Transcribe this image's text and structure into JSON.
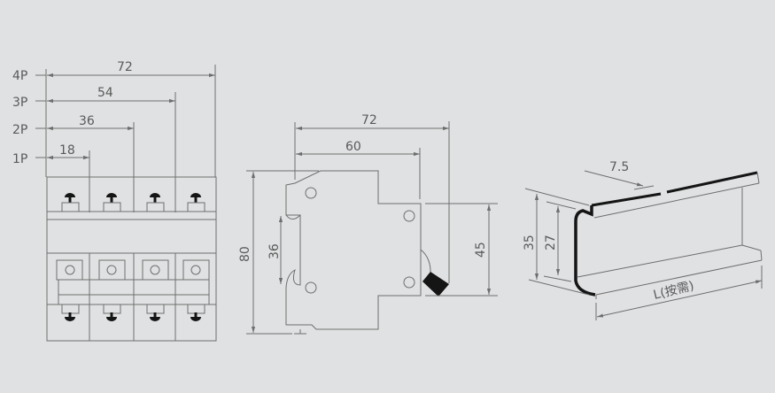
{
  "front_view": {
    "pole_labels": [
      "4P",
      "3P",
      "2P",
      "1P"
    ],
    "widths": [
      "72",
      "54",
      "36",
      "18"
    ]
  },
  "side_view": {
    "depth_total": "72",
    "depth_inner": "60",
    "height": "80",
    "window_height": "36",
    "front_height": "45"
  },
  "din_rail": {
    "flange_width": "7.5",
    "height_outer": "35",
    "height_inner": "27",
    "length_label": "L(按需)"
  },
  "colors": {
    "background": "#e0e1e3",
    "line": "#6e6e6e",
    "ink": "#151515"
  }
}
